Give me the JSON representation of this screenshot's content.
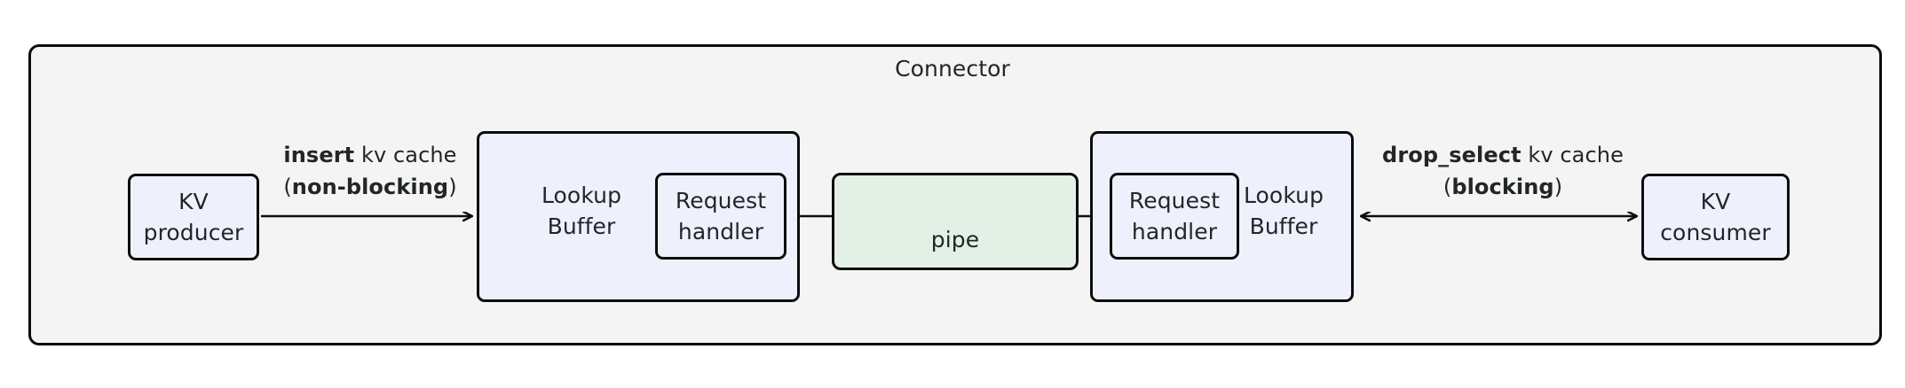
{
  "diagram": {
    "title": "Connector",
    "background_color": "#f4f4f4",
    "border_color": "#0c0c0c",
    "node_fill_color": "#eef1fc",
    "pipe_fill_color": "#e3f0e6",
    "text_color": "#222629"
  },
  "nodes": {
    "kv_producer": {
      "label": "KV\nproducer"
    },
    "lookup_buffer_left": {
      "label": "Lookup\nBuffer"
    },
    "request_handler_left": {
      "label": "Request\nhandler"
    },
    "pipe": {
      "label": "pipe"
    },
    "request_handler_right": {
      "label": "Request\nhandler"
    },
    "lookup_buffer_right": {
      "label": "Lookup\nBuffer"
    },
    "kv_consumer": {
      "label": "KV\nconsumer"
    }
  },
  "edges": {
    "insert": {
      "line1_bold": "insert",
      "line1_rest": " kv cache",
      "line2_open": "(",
      "line2_bold": "non-blocking",
      "line2_close": ")",
      "direction": "producer-to-buffer"
    },
    "drop_select": {
      "line1_bold": "drop_select",
      "line1_rest": " kv cache",
      "line2_open": "(",
      "line2_bold": "blocking",
      "line2_close": ")",
      "direction": "bidirectional"
    },
    "pipe_left": {
      "direction": "right-to-left"
    },
    "pipe_right": {
      "direction": "left-to-right"
    }
  }
}
